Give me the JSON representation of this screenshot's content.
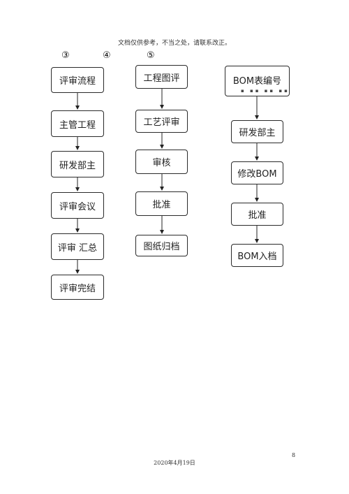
{
  "header_note": "文档仅供参考，不当之处，请联系改正。",
  "section_numbers": [
    "③",
    "④",
    "⑤"
  ],
  "columns": [
    {
      "steps": [
        "评审流程",
        "主管工程",
        "研发部主",
        "评审会议",
        "评审 汇总",
        "评审完结"
      ]
    },
    {
      "steps": [
        "工程图评",
        "工艺评审",
        "审核",
        "批准",
        "图纸归档"
      ]
    },
    {
      "steps": [
        "BOM表编号",
        "研发部主",
        "修改BOM",
        "批准",
        "BOM入档"
      ]
    }
  ],
  "page_number": "8",
  "footer_date": "2020年4月19日"
}
